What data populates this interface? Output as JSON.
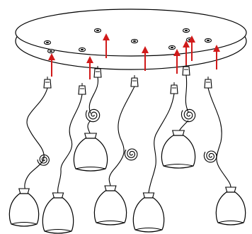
{
  "diagram": {
    "stroke_color": "#000000",
    "arrow_color": "#d11a1a",
    "background": "#ffffff",
    "canopy_holes": 9,
    "up_arrows": 8,
    "socket_connectors": 7,
    "pendant_shades": 7
  }
}
